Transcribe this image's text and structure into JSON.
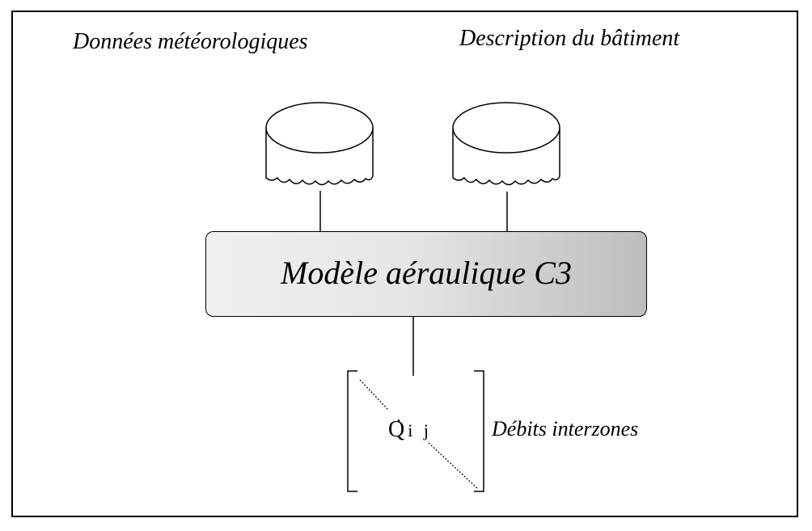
{
  "labels": {
    "meteo": "Données météorologiques",
    "batiment": "Description du bâtiment",
    "model": "Modèle aéraulique C3",
    "debits": "Débits interzones"
  },
  "matrix": {
    "symbol": "Q",
    "dot": ".",
    "subscript": "i j"
  },
  "icons": {
    "database_left": "database-icon",
    "database_right": "database-icon"
  }
}
